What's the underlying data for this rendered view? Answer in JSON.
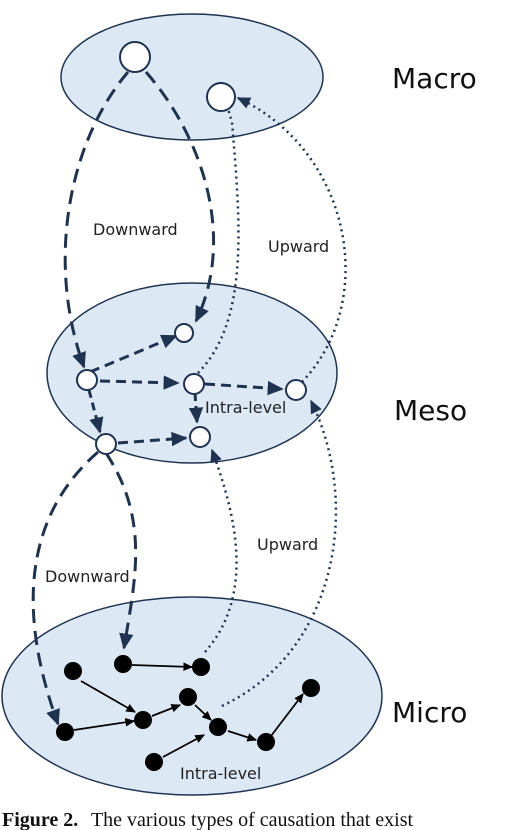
{
  "levels": {
    "macro": "Macro",
    "meso": "Meso",
    "micro": "Micro"
  },
  "arrow_labels": {
    "downward_top": "Downward",
    "upward_top": "Upward",
    "intra_meso": "Intra-level",
    "downward_bottom": "Downward",
    "upward_bottom": "Upward",
    "intra_micro": "Intra-level"
  },
  "caption": {
    "figure_label": "Figure 2.",
    "text": "The various types of causation that exist"
  },
  "colors": {
    "ellipse_fill": "#dde8f5",
    "ellipse_stroke": "#1f3350",
    "arrow": "#1f3350",
    "micro_node": "#000000"
  }
}
